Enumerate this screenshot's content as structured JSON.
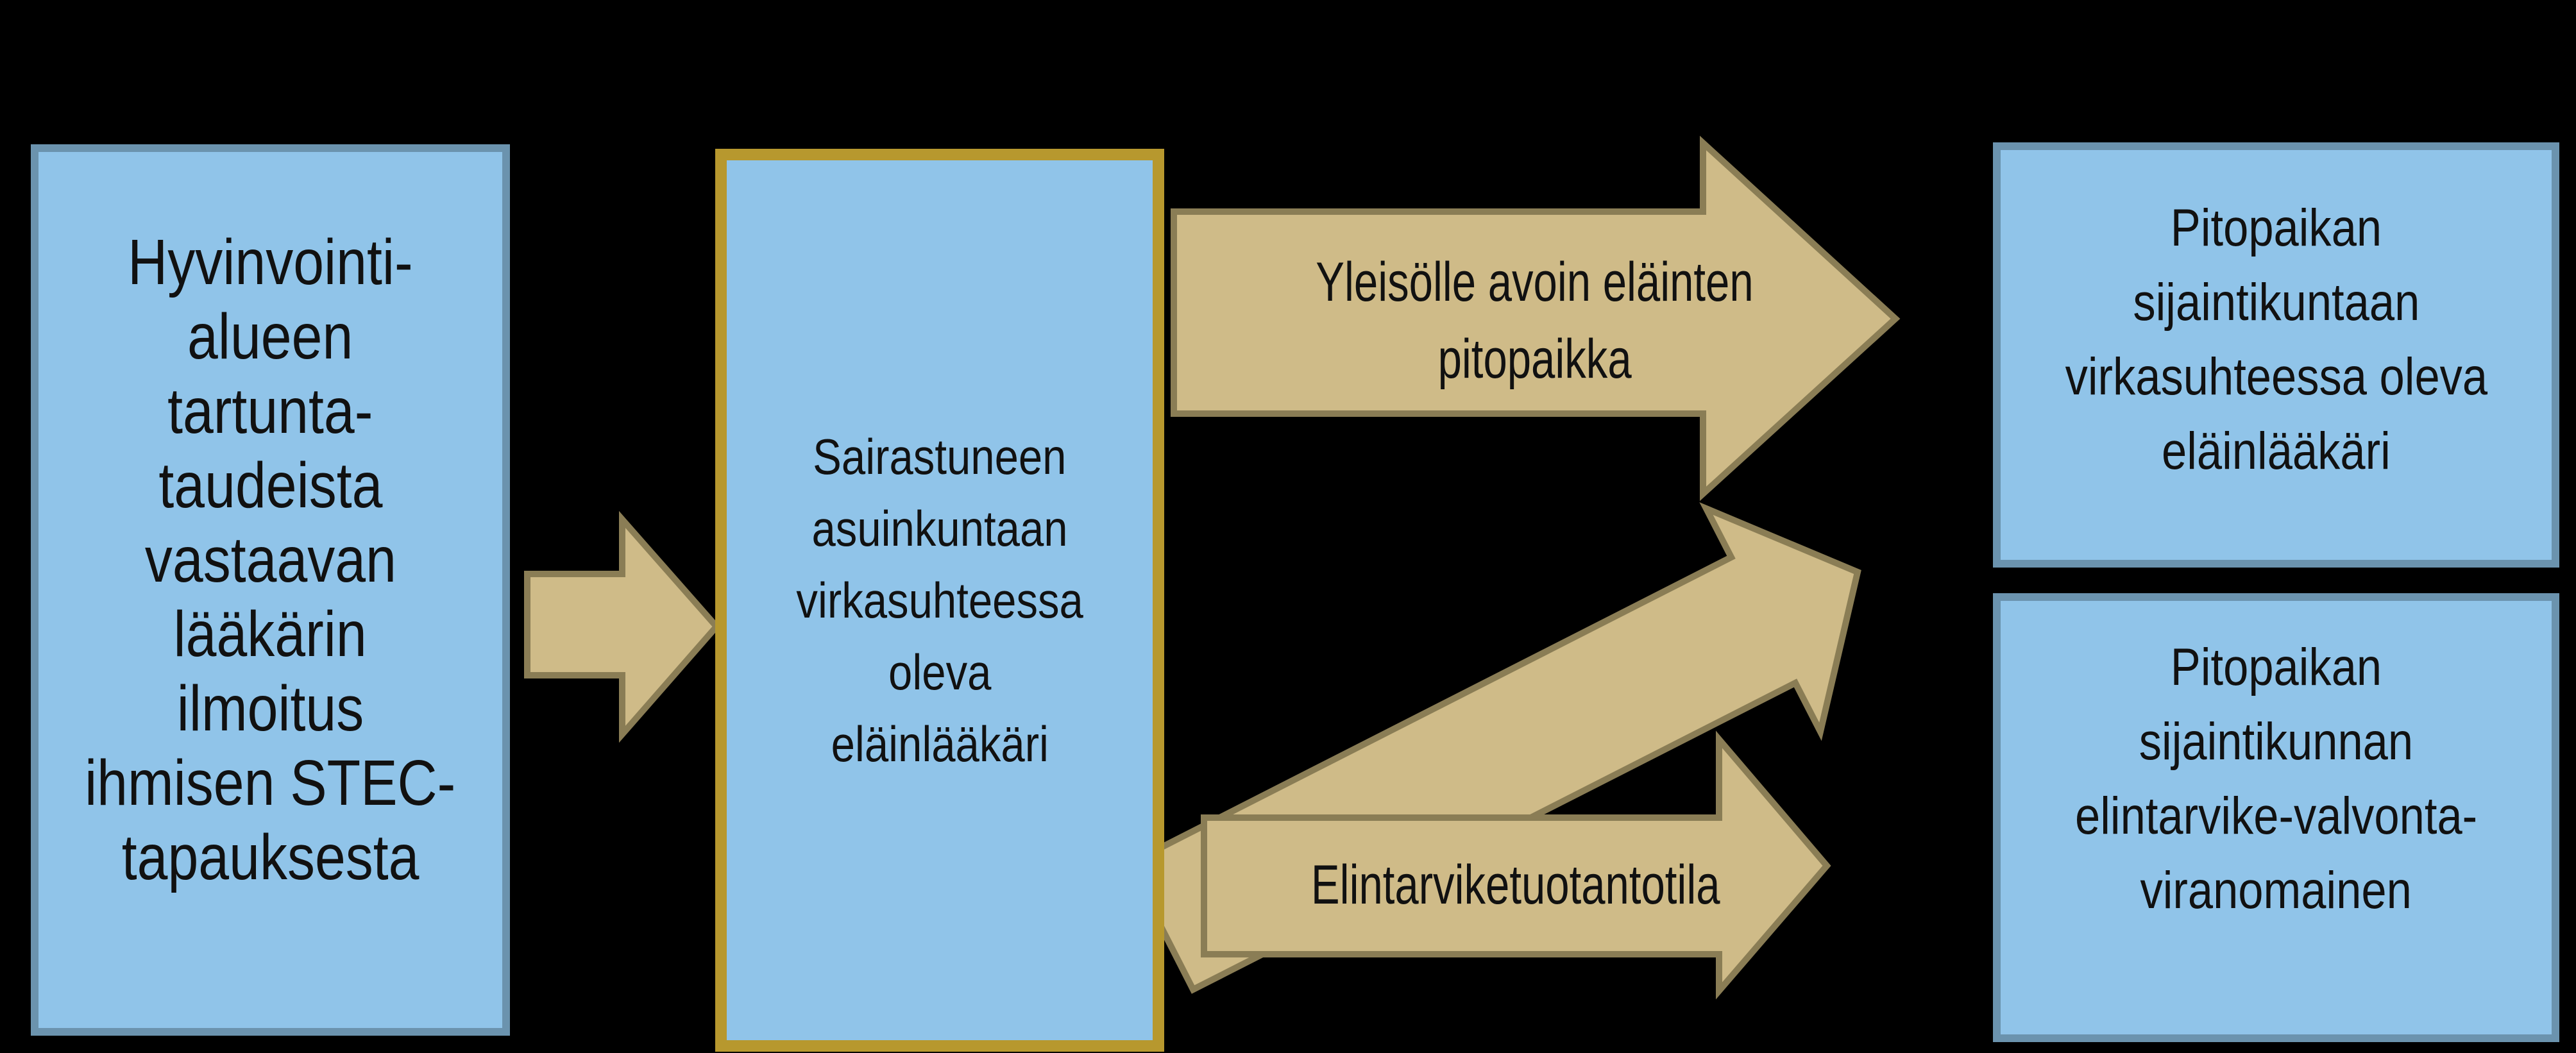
{
  "colors": {
    "background": "#000000",
    "box_fill": "#90C4E9",
    "box_border": "#6B93AE",
    "highlight_border": "#B7982E",
    "arrow_fill": "#CFBB88",
    "arrow_border": "#8A7D55",
    "text": "#111111"
  },
  "boxes": {
    "notifier": {
      "lines": [
        "Hyvinvointi-",
        "alueen",
        "tartunta-",
        "taudeista",
        "vastaavan",
        "lääkärin",
        "ilmoitus",
        "ihmisen STEC-",
        "tapauksesta"
      ]
    },
    "home_municipality_vet": {
      "lines": [
        "Sairastuneen",
        "asuinkuntaan",
        "virkasuhteessa",
        "oleva",
        "eläinlääkäri"
      ]
    },
    "holding_municipality_vet": {
      "lines": [
        "Pitopaikan",
        "sijaintikuntaan",
        "virkasuhteessa oleva",
        "eläinlääkäri"
      ]
    },
    "holding_municipality_food_authority": {
      "lines": [
        "Pitopaikan",
        "sijaintikunnan",
        "elintarvike-valvonta-",
        "viranomainen"
      ]
    }
  },
  "arrows": {
    "public_animal_premises": {
      "label_lines": [
        "Yleisölle avoin eläinten",
        "pitopaikka"
      ]
    },
    "food_production_farm": {
      "label": "Elintarviketuotantotila"
    }
  }
}
